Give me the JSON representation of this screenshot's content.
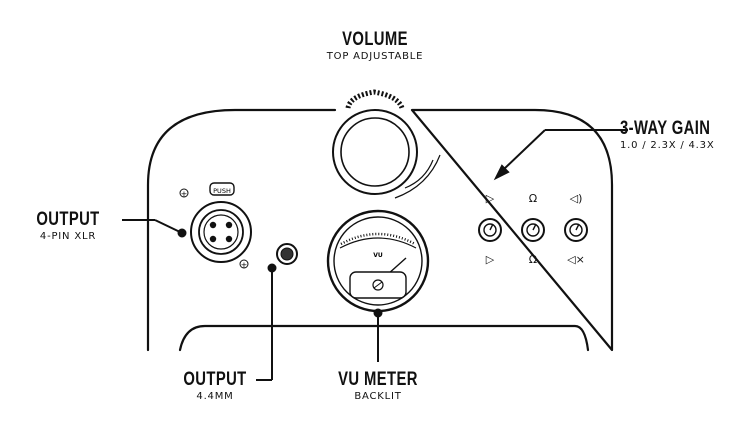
{
  "callouts": {
    "volume": {
      "title": "VOLUME",
      "subtitle": "TOP ADJUSTABLE"
    },
    "gain": {
      "title": "3-WAY GAIN",
      "subtitle": "1.0 / 2.3X / 4.3X"
    },
    "output_xlr": {
      "title": "OUTPUT",
      "subtitle": "4-PIN XLR"
    },
    "output_jack": {
      "title": "OUTPUT",
      "subtitle": "4.4MM"
    },
    "vu_meter": {
      "title": "VU METER",
      "subtitle": "BACKLIT"
    }
  },
  "device": {
    "xlr_push_label": "PUSH",
    "xlr_plus": "+",
    "vu_face_label": "VU",
    "gain_symbols_top": [
      "▷",
      "Ω",
      "◁)"
    ],
    "gain_symbols_bottom": [
      "▷",
      "Ω",
      "◁×"
    ]
  }
}
